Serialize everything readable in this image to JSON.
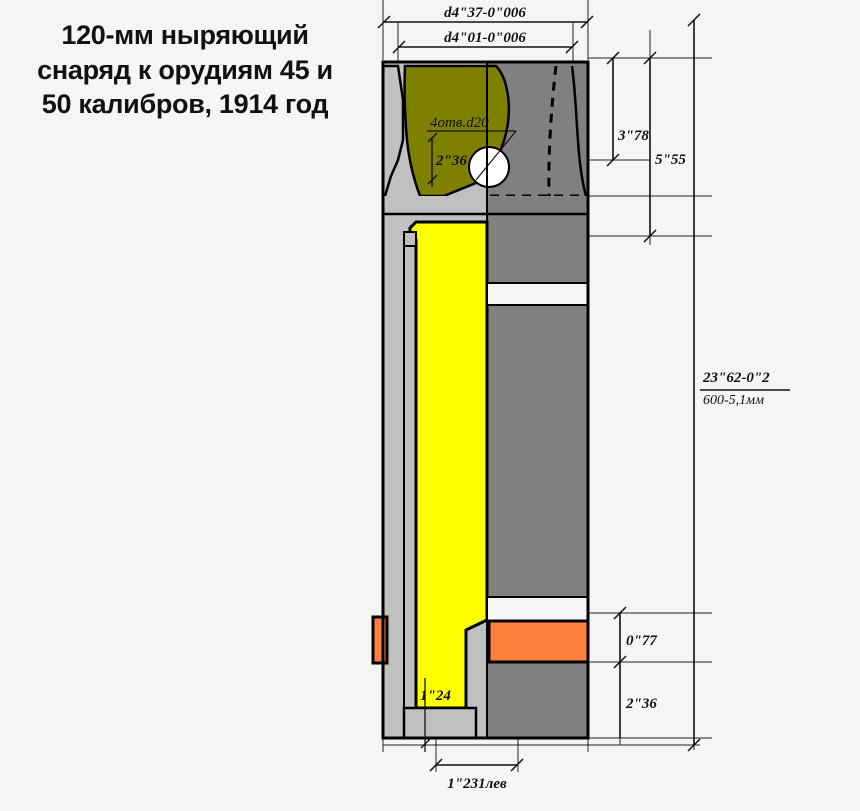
{
  "title": {
    "text": "120-мм ныряющий\nснаряд к орудиям 45 и\n50 калибров, 1914 год"
  },
  "dimensions": {
    "top_outer": "d4\"37-0\"006",
    "top_inner": "d4\"01-0\"006",
    "nose_holes": "4отв.d20",
    "nose_depth": "2\"36",
    "right_head_upper": "3\"78",
    "right_head_lower": "5\"55",
    "total_length": "23\"62-0\"2",
    "total_length_mm": "600-5,1мм",
    "band_width": "0\"77",
    "base_to_band": "2\"36",
    "cavity_bottom": "1\"24",
    "thread": "1\"231лев"
  },
  "colors": {
    "background": "#f5f5f5",
    "outline": "#000000",
    "section_light_gray": "#c0c0c0",
    "body_dark_gray": "#808080",
    "explosive_yellow": "#ffff00",
    "nose_olive": "#808000",
    "driving_band_orange": "#ff7f3f",
    "white_band": "#f7f7f7"
  },
  "parts": {
    "nose_cavity": "nose-fuze-cavity",
    "explosive_filler": "explosive-filler",
    "driving_band": "copper-driving-band",
    "body_wall": "shell-body-wall",
    "base": "shell-base",
    "white_groove_upper": "upper-groove",
    "white_groove_lower": "lower-groove",
    "fuze_hole": "fuze-hole-circle",
    "centerline": "shell-centerline"
  }
}
